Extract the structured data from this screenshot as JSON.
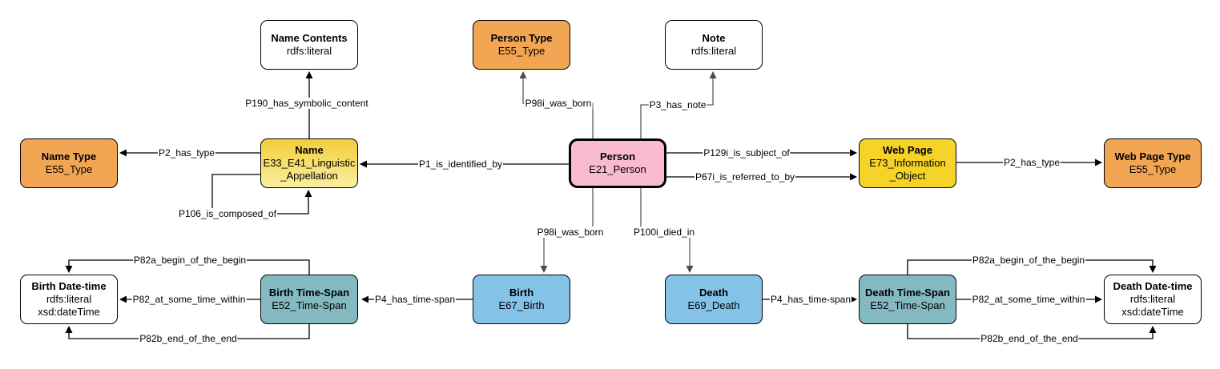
{
  "diagram": {
    "title_hint": "CIDOC-CRM person mapping diagram",
    "colors": {
      "type_orange": "#F2A654",
      "appellation_yellow_top": "#F2CE3A",
      "appellation_yellow_bottom": "#FAEFA0",
      "information_yellow": "#F5D327",
      "person_pink": "#F9BBCF",
      "event_blue": "#85C2E8",
      "timespan_teal": "#85B9C2",
      "literal_white": "#FFFFFF",
      "edge_black": "#000000",
      "edge_gray": "#5C5C5C"
    },
    "nodes": {
      "name_contents": {
        "title": "Name Contents",
        "line2": "rdfs:literal"
      },
      "person_type": {
        "title": "Person Type",
        "line2": "E55_Type"
      },
      "note": {
        "title": "Note",
        "line2": "rdfs:literal"
      },
      "name_type": {
        "title": "Name Type",
        "line2": "E55_Type"
      },
      "name": {
        "title": "Name",
        "line2": "E33_E41_Linguistic",
        "line3": "_Appellation"
      },
      "person": {
        "title": "Person",
        "line2": "E21_Person"
      },
      "web_page": {
        "title": "Web Page",
        "line2": "E73_Information",
        "line3": "_Object"
      },
      "web_page_type": {
        "title": "Web Page Type",
        "line2": "E55_Type"
      },
      "birth_datetime": {
        "title": "Birth Date-time",
        "line2": "rdfs:literal",
        "line3": "xsd:dateTime"
      },
      "birth_timespan": {
        "title": "Birth Time-Span",
        "line2": "E52_Time-Span"
      },
      "birth": {
        "title": "Birth",
        "line2": "E67_Birth"
      },
      "death": {
        "title": "Death",
        "line2": "E69_Death"
      },
      "death_timespan": {
        "title": "Death Time-Span",
        "line2": "E52_Time-Span"
      },
      "death_datetime": {
        "title": "Death Date-time",
        "line2": "rdfs:literal",
        "line3": "xsd:dateTime"
      }
    },
    "edges": [
      {
        "id": "p190",
        "label": "P190_has_symbolic_content"
      },
      {
        "id": "p98i_type",
        "label": "P98i_was_born"
      },
      {
        "id": "p3",
        "label": "P3_has_note"
      },
      {
        "id": "p2_left",
        "label": "P2_has_type"
      },
      {
        "id": "p1",
        "label": "P1_is_identified_by"
      },
      {
        "id": "p129i",
        "label": "P129i_is_subject_of"
      },
      {
        "id": "p67i",
        "label": "P67i_is_referred_to_by"
      },
      {
        "id": "p2_right",
        "label": "P2_has_type"
      },
      {
        "id": "p106",
        "label": "P106_is_composed_of"
      },
      {
        "id": "p98i_birth",
        "label": "P98i_was_born"
      },
      {
        "id": "p100i",
        "label": "P100i_died_in"
      },
      {
        "id": "p4_left",
        "label": "P4_has_time-span"
      },
      {
        "id": "p4_right",
        "label": "P4_has_time-span"
      },
      {
        "id": "p82a_left",
        "label": "P82a_begin_of_the_begin"
      },
      {
        "id": "p82_left",
        "label": "P82_at_some_time_within"
      },
      {
        "id": "p82b_left",
        "label": "P82b_end_of_the_end"
      },
      {
        "id": "p82a_right",
        "label": "P82a_begin_of_the_begin"
      },
      {
        "id": "p82_right",
        "label": "P82_at_some_time_within"
      },
      {
        "id": "p82b_right",
        "label": "P82b_end_of_the_end"
      }
    ]
  }
}
